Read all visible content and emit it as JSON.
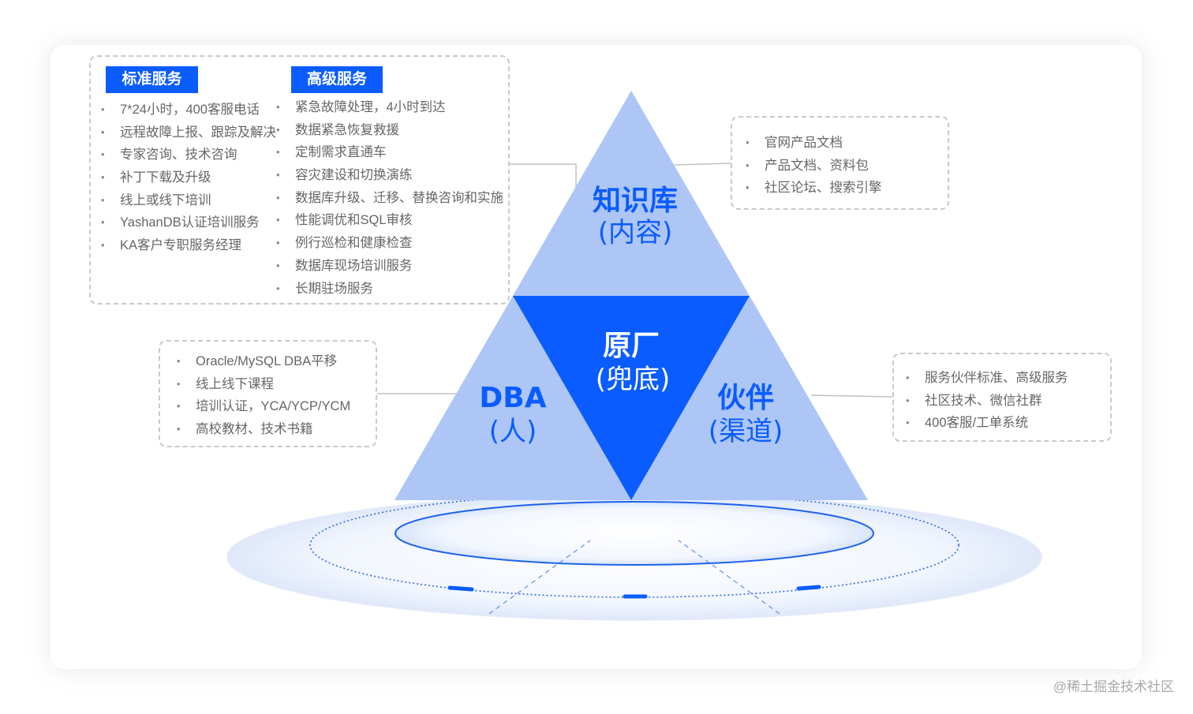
{
  "standard": {
    "title": "标准服务",
    "items": [
      "7*24小时，400客服电话",
      "远程故障上报、跟踪及解决",
      "专家咨询、技术咨询",
      "补丁下载及升级",
      "线上或线下培训",
      "YashanDB认证培训服务",
      "KA客户专职服务经理"
    ]
  },
  "advanced": {
    "title": "高级服务",
    "items": [
      "紧急故障处理，4小时到达",
      "数据紧急恢复救援",
      "定制需求直通车",
      "容灾建设和切换演练",
      "数据库升级、迁移、替换咨询和实施",
      "性能调优和SQL审核",
      "例行巡检和健康检查",
      "数据库现场培训服务",
      "长期驻场服务"
    ]
  },
  "knowledge": {
    "label": "知识库",
    "sub": "(内容)",
    "items": [
      "官网产品文档",
      "产品文档、资料包",
      "社区论坛、搜索引擎"
    ]
  },
  "dba": {
    "label": "DBA",
    "sub": "(人)",
    "items": [
      "Oracle/MySQL DBA平移",
      "线上线下课程",
      "培训认证，YCA/YCP/YCM",
      "高校教材、技术书籍"
    ]
  },
  "partner": {
    "label": "伙伴",
    "sub": "(渠道)",
    "items": [
      "服务伙伴标准、高级服务",
      "社区技术、微信社群",
      "400客服/工单系统"
    ]
  },
  "center": {
    "label": "原厂",
    "sub": "(兜底)"
  },
  "watermark": "@稀土掘金技术社区",
  "colors": {
    "light_blue": "#adc6f6",
    "deep_blue": "#0a5cff",
    "label_blue": "#0a5cff",
    "tag_bg": "#0a5cff"
  }
}
